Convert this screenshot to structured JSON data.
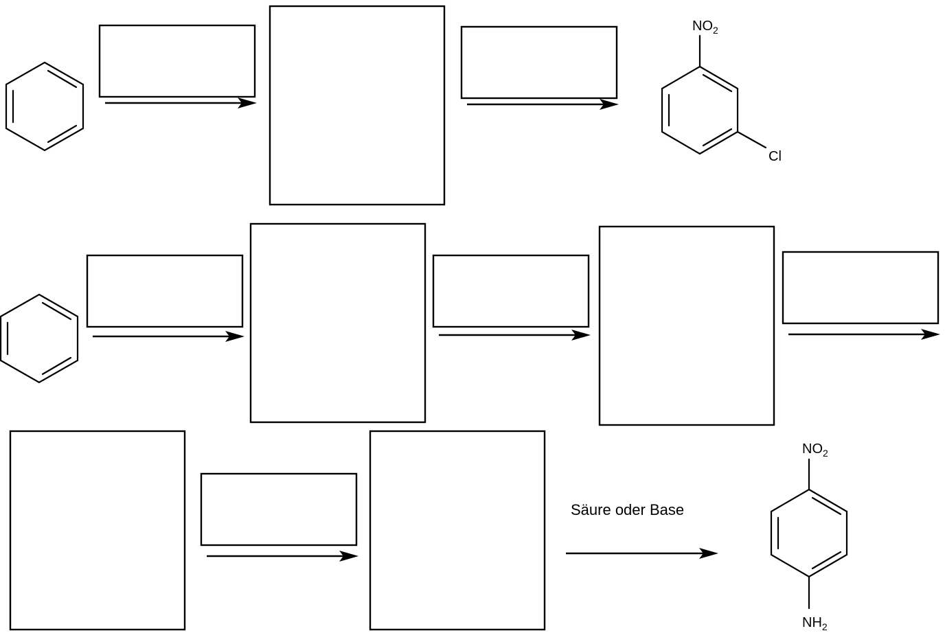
{
  "scheme": {
    "reagent_label": "Säure oder Base",
    "row1_product": {
      "substituent_top": {
        "main": "NO",
        "sub": "2"
      },
      "substituent_meta": "Cl"
    },
    "row3_product": {
      "substituent_top": {
        "main": "NO",
        "sub": "2"
      },
      "substituent_bottom": {
        "main": "NH",
        "sub": "2"
      }
    },
    "blank_reagent_boxes": 6,
    "blank_intermediate_boxes": 5
  }
}
